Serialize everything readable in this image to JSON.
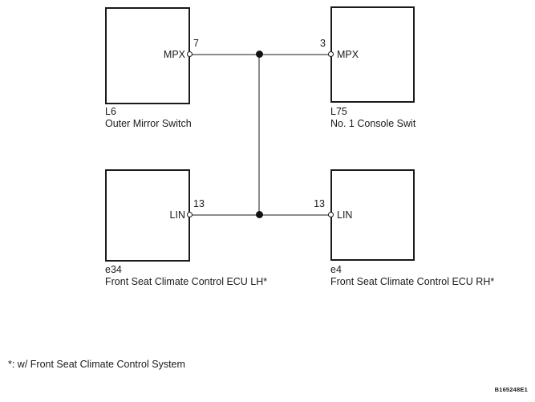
{
  "diagram": {
    "type": "wiring-communication-diagram",
    "components": [
      {
        "code": "L6",
        "name": "Outer Mirror Switch",
        "pin": "7",
        "signal": "MPX"
      },
      {
        "code": "L75",
        "name": "No. 1 Console Swit",
        "pin": "3",
        "signal": "MPX"
      },
      {
        "code": "e34",
        "name": "Front Seat Climate Control ECU LH*",
        "pin": "13",
        "signal": "LIN"
      },
      {
        "code": "e4",
        "name": "Front Seat Climate Control ECU RH*",
        "pin": "13",
        "signal": "LIN"
      }
    ],
    "wires": [
      {
        "name": "mpx-bus-top",
        "from": "L6 pin 7",
        "to": "L75 pin 3"
      },
      {
        "name": "lin-bus-bottom",
        "from": "e34 pin 13",
        "to": "e4 pin 13"
      },
      {
        "name": "vertical-link",
        "from": "mpx-bus-top junction",
        "to": "lin-bus-bottom junction"
      }
    ],
    "footnote": "*: w/ Front Seat Climate Control System",
    "doc_code": "B165248E1",
    "colors": {
      "background": "#ffffff",
      "line": "#1a1a1a",
      "wire": "#8c8c8c"
    }
  }
}
